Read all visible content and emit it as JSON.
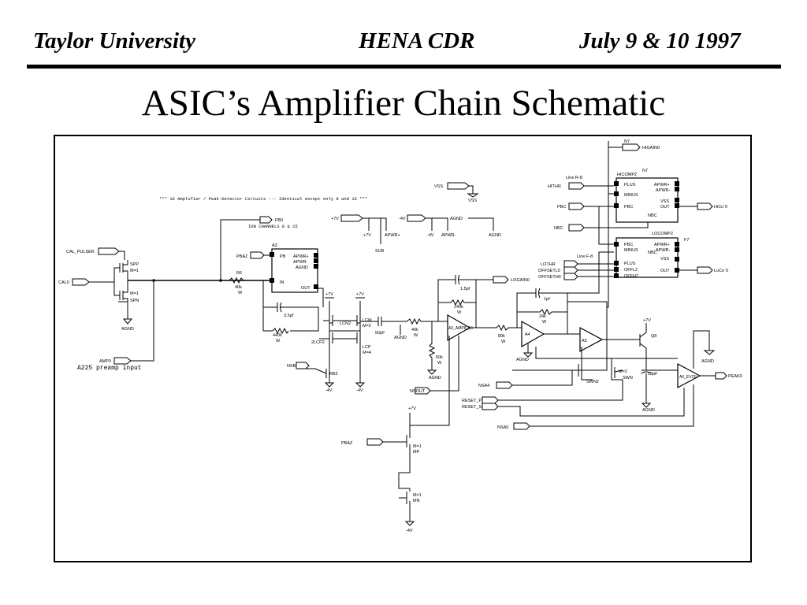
{
  "header": {
    "left": "Taylor University",
    "center": "HENA CDR",
    "right": "July 9 & 10 1997"
  },
  "title": "ASIC’s Amplifier Chain Schematic",
  "schematic": {
    "note": "***  16 Amplifier / Peak-Detector Circuits  ---  Identical except only 8 and 15  ***",
    "fb_label": "FB0",
    "ion_note": "ION CHANNELS 8 & 15",
    "preamp_note": "A225 preamp input",
    "ports": {
      "cal_pulser": "CAL_PULSER",
      "cal0": "CAL0",
      "amp0": "AMP0",
      "pbaz_top": "PBAZ",
      "nsb": "NSB",
      "nsout": "NSOUT",
      "pbaz_bottom": "PBAZ",
      "vss": "VSS",
      "vss2": "VSS",
      "hithr": "HITHR",
      "pbc": "PBC",
      "nbc": "NBC",
      "lothr": "LOTHR",
      "offsetl0": "OFFSETL0",
      "offseth0": "OFFSETH0",
      "higain0": "HIGAIN0",
      "higain_out": "HiCo´0",
      "logain0": "LOGAIN0",
      "loco_out": "LoCo´0",
      "nsa4": "NSA4",
      "reset_p": "RESET_P",
      "reset_s": "RESET_S",
      "nsa5": "NSA5",
      "peak0": "PEAK0"
    },
    "supplies": {
      "p7v": "+7V",
      "m4v": "-4V",
      "agnd": "AGND",
      "apwr_p": "APWR+",
      "apwr_m": "APWR-",
      "sub": "SUB"
    },
    "components": {
      "a3": "A3",
      "a3_pb": "PB",
      "a3_in": "IN",
      "a3_out": "OUT",
      "a3_apwrp": "APWR+",
      "a3_apwrm": "APWR-",
      "a3_agnd": "AGND",
      "r6": "R6",
      "r6_val": "40k",
      "r6_w": "W",
      "c35": "3.5pf",
      "r440": "440k",
      "r440_w": "W",
      "spp": "SPP",
      "spp_m": "M=1",
      "spn": "SPN",
      "spn_m": "M=1",
      "lcn2": "LCN2",
      "lcm": "LCM",
      "lcm_m": "M=2",
      "lcp2": "2LCP2",
      "lcp": "LCP",
      "lcp_m": "M=4",
      "rb2": "RB2",
      "c50": "50pF",
      "a3amp": "A3_AMP8_16",
      "r40k2": "40k",
      "r40k2_w": "W",
      "c15": "1.5pf",
      "r240": "240k",
      "r240_w": "W",
      "r60k": "60k",
      "r60k_w": "W",
      "r80k": "80k",
      "r80k_w": "W",
      "a4": "A4",
      "c1pf": "1pf",
      "r24k": "24k",
      "r24k_w": "W",
      "a5": "A5",
      "q8": "Q8",
      "c13": "13pF",
      "swn2": "SWN2",
      "swn": "SWN",
      "swn_m": "M=2",
      "a6": "A6_EVCE",
      "mp": "MP",
      "mp_m": "M=1",
      "mn": "MN",
      "mn_m": "M=1",
      "hicomp2": "HICOMP2",
      "n7": "N7",
      "line_r8": "Line R-8",
      "line_r8b": "Line F-8",
      "locomp2": "LOCOMP2",
      "f7": "F7",
      "plus": "PLUS",
      "minus": "MINUS",
      "pbc_pin": "PBC",
      "nbc_pin": "NBC",
      "out_pin": "OUT",
      "vss_pin": "VSS",
      "offl2": "OFFL2",
      "offh2": "OFFH2",
      "n7b": "N7"
    }
  }
}
